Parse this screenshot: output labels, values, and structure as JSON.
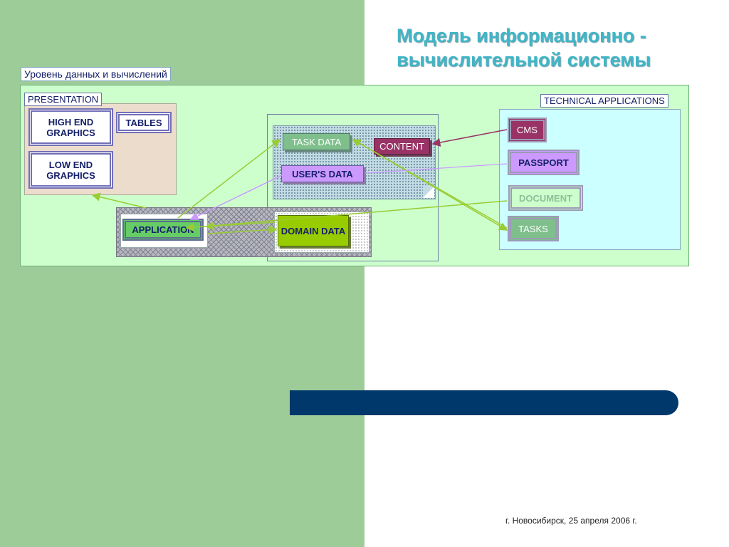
{
  "slide": {
    "title_line1": "Модель информационно -",
    "title_line2": "вычислительной системы",
    "footer": "г. Новосибирск, 25 апреля 2006 г."
  },
  "diagram": {
    "level_label": "Уровень данных и вычислений",
    "presentation_label": "PRESENTATION",
    "technical_label": "TECHNICAL APPLICATIONS",
    "nodes": {
      "high_end_graphics": "HIGH END GRAPHICS",
      "tables": "TABLES",
      "low_end_graphics": "LOW END GRAPHICS",
      "task_data": "TASK DATA",
      "content": "CONTENT",
      "users_data": "USER'S DATA",
      "application": "APPLICATION",
      "domain_data": "DOMAIN DATA",
      "cms": "CMS",
      "passport": "PASSPORT",
      "document": "DOCUMENT",
      "tasks": "TASKS"
    }
  },
  "colors": {
    "left_panel": "#9dcc98",
    "title": "#3fb6c8",
    "accent_bar": "#00386b",
    "arrow_green": "#99cc33",
    "arrow_purple": "#993366",
    "arrow_lilac": "#cc99ff"
  }
}
